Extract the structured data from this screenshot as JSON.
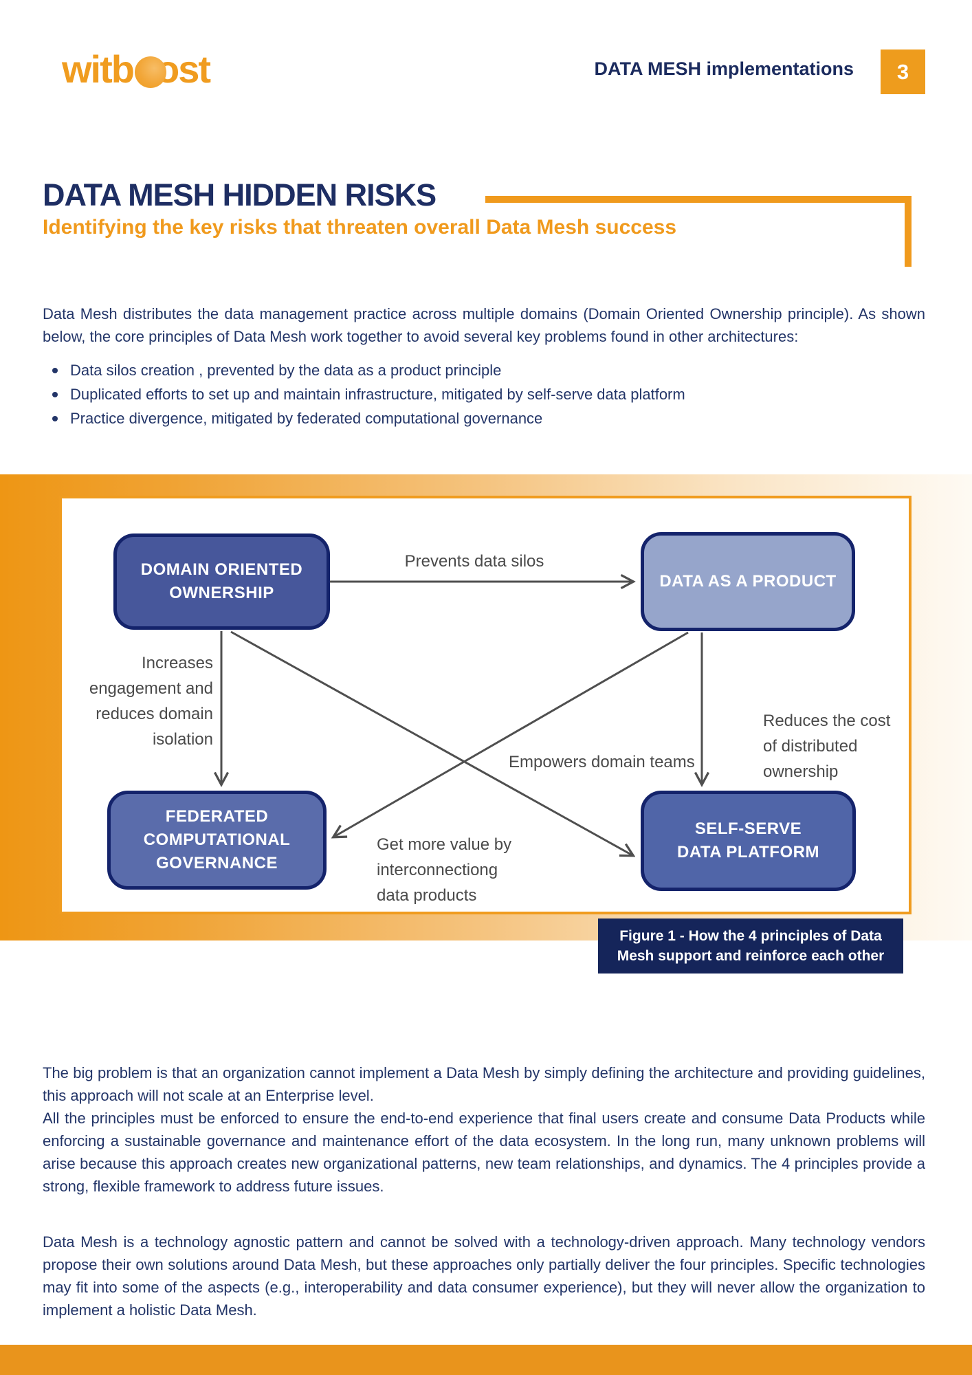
{
  "header": {
    "logo_prefix": "witb",
    "logo_suffix": "ost",
    "doc_title": "DATA MESH implementations",
    "page_number": "3"
  },
  "title_block": {
    "title": "DATA MESH HIDDEN RISKS",
    "subtitle": "Identifying the key risks that threaten overall Data Mesh success"
  },
  "intro": {
    "paragraph": "Data Mesh distributes the data management practice across multiple domains (Domain Oriented Ownership principle). As shown below, the core principles of Data Mesh work together to avoid several key problems found in other architectures:",
    "bullets": [
      "Data silos creation , prevented by the data as a product principle",
      "Duplicated efforts to set up and maintain infrastructure, mitigated by self-serve data platform",
      "Practice divergence, mitigated by federated computational governance"
    ]
  },
  "diagram": {
    "nodes": {
      "domain_oriented_ownership": "DOMAIN ORIENTED\nOWNERSHIP",
      "data_as_a_product": "DATA AS A PRODUCT",
      "federated_computational_governance": "FEDERATED\nCOMPUTATIONAL\nGOVERNANCE",
      "self_serve_data_platform": "SELF-SERVE\nDATA PLATFORM"
    },
    "labels": {
      "prevents": "Prevents data silos",
      "increases": "Increases engagement and reduces domain isolation",
      "empowers": "Empowers domain teams",
      "reduces": "Reduces the cost\nof distributed\nownership",
      "get_more": "Get more value by\ninterconnectiong\ndata products"
    },
    "caption": "Figure 1 - How the 4 principles of Data\nMesh support and reinforce each other"
  },
  "body": {
    "p1a": "The big problem is that an organization cannot implement a Data Mesh by simply defining the architecture and providing guidelines, this approach will not scale at an Enterprise level.",
    "p1b": "All the principles must be enforced to ensure the end-to-end experience that final users create and consume Data Products while enforcing a sustainable governance and maintenance effort of the data ecosystem. In the long run, many unknown problems will arise because this approach creates new organizational patterns, new team relationships, and dynamics. The 4 principles provide a strong, flexible framework to address future issues.",
    "p2": "Data Mesh is a technology agnostic pattern and cannot be solved with a technology-driven approach. Many technology vendors propose their own solutions around Data Mesh, but these approaches only partially deliver the four principles. Specific technologies may fit into some of the aspects (e.g., interoperability and data consumer experience), but they will never allow the organization to implement a holistic Data Mesh."
  },
  "colors": {
    "accent_orange": "#f09a1d",
    "navy_text": "#233568",
    "node_dark_fill": "#47579b",
    "node_light_fill": "#96a5cb",
    "node_border": "#14236b",
    "caption_bg": "#15255a",
    "arrow_gray": "#4f4f4f",
    "footer_orange": "#e9941c"
  }
}
